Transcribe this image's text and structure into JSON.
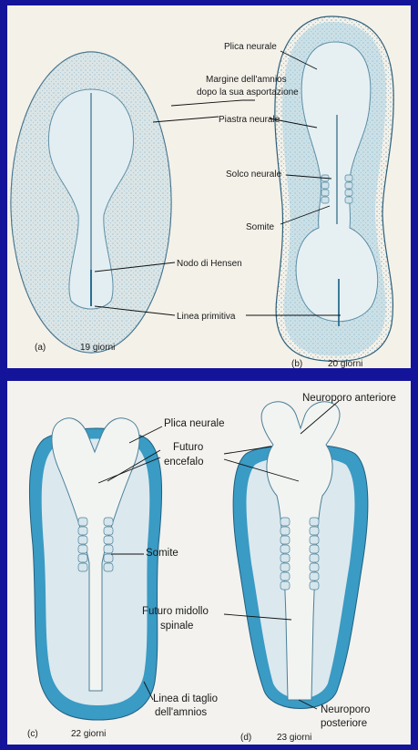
{
  "top": {
    "a_letter": "(a)",
    "a_age": "19 giorni",
    "b_letter": "(b)",
    "b_age": "20 giorni",
    "labels": {
      "plica": "Plica neurale",
      "margine1": "Margine dell'amnios",
      "margine2": "dopo la sua asportazione",
      "piastra": "Piastra neurale",
      "solco": "Solco neurale",
      "somite": "Somite",
      "nodo": "Nodo di Hensen",
      "linea": "Linea primitiva"
    }
  },
  "bottom": {
    "c_letter": "(c)",
    "c_age": "22 giorni",
    "d_letter": "(d)",
    "d_age": "23 giorni",
    "labels": {
      "neuro_ant": "Neuroporo anteriore",
      "plica": "Plica neurale",
      "futuro1": "Futuro",
      "futuro2": "encefalo",
      "somite": "Somite",
      "midollo1": "Futuro midollo",
      "midollo2": "spinale",
      "taglio1": "Linea di taglio",
      "taglio2": "dell'amnios",
      "neuro_post1": "Neuroporo",
      "neuro_post2": "posteriore"
    }
  },
  "colors": {
    "accent": "#3a9bc4",
    "background": "#14149a"
  }
}
